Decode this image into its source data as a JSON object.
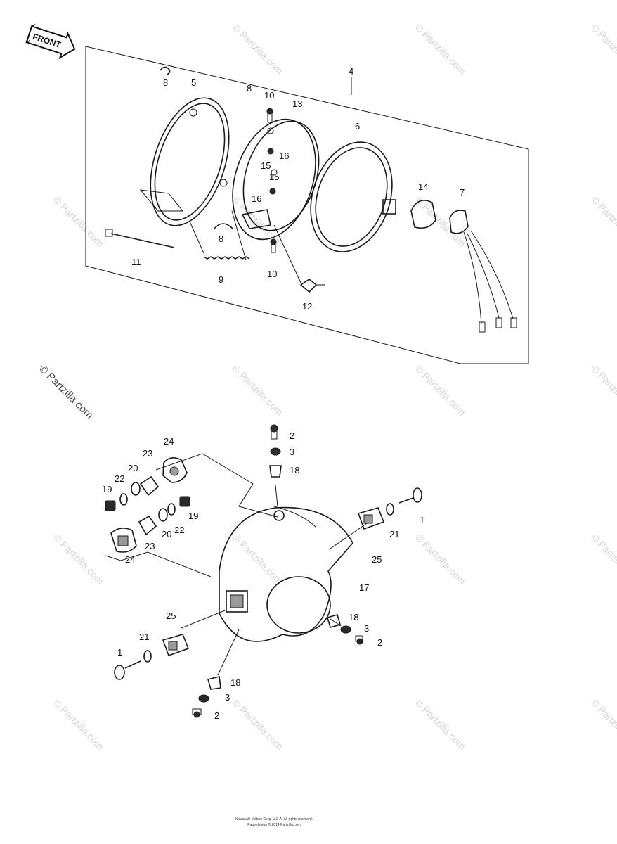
{
  "front_label": "FRONT",
  "watermark": "© Partzilla.com",
  "callouts": {
    "c1a": "1",
    "c1b": "1",
    "c2a": "2",
    "c2b": "2",
    "c2c": "2",
    "c3a": "3",
    "c3b": "3",
    "c3c": "3",
    "c4": "4",
    "c5": "5",
    "c6": "6",
    "c7": "7",
    "c8a": "8",
    "c8b": "8",
    "c8c": "8",
    "c9": "9",
    "c10a": "10",
    "c10b": "10",
    "c11": "11",
    "c12": "12",
    "c13": "13",
    "c14": "14",
    "c15a": "15",
    "c15b": "15",
    "c16a": "16",
    "c16b": "16",
    "c17": "17",
    "c18a": "18",
    "c18b": "18",
    "c18c": "18",
    "c19a": "19",
    "c19b": "19",
    "c20a": "20",
    "c20b": "20",
    "c21a": "21",
    "c21b": "21",
    "c22a": "22",
    "c22b": "22",
    "c23a": "23",
    "c23b": "23",
    "c24a": "24",
    "c24b": "24",
    "c25a": "25",
    "c25b": "25"
  },
  "footer": {
    "line1": "Kawasaki Motors Corp. U.S.A. All rights reserved.",
    "line2": "Page design © 2014 Partzilla.com"
  }
}
